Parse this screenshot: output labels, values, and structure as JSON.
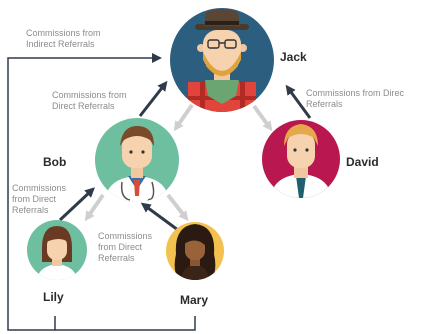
{
  "people": {
    "jack": {
      "name": "Jack"
    },
    "bob": {
      "name": "Bob"
    },
    "david": {
      "name": "David"
    },
    "lily": {
      "name": "Lily"
    },
    "mary": {
      "name": "Mary"
    }
  },
  "edge_labels": {
    "indirect": "Commissions from\nIndirect Referrals",
    "bob_to_jack": "Commissions from\nDirect Referrals",
    "david_to_jack": "Commissions from Direc\nReferrals",
    "lily_to_bob": "Commissions\nfrom Direct\nReferrals",
    "mary_to_bob": "Commissions\nfrom Direct\nReferrals"
  },
  "colors": {
    "jack_circle": "#2c5f7f",
    "bob_circle": "#6dbf9f",
    "david_circle": "#b8174f",
    "lily_circle": "#6dbf9f",
    "mary_circle": "#f2c14e",
    "dark_arrow": "#2f3a4a",
    "light_arrow": "#cfcfcf",
    "line": "#2f3a4a"
  }
}
